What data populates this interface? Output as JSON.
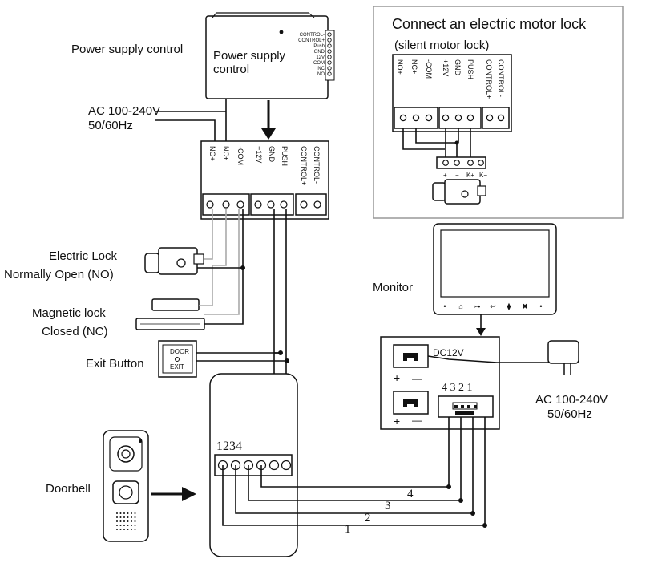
{
  "labels": {
    "power_supply_control_outer": "Power supply control",
    "power_supply_control_inner_1": "Power supply",
    "power_supply_control_inner_2": "control",
    "ac_top_1": "AC 100-240V",
    "ac_top_2": "50/60Hz",
    "electric_lock_1": "Electric Lock",
    "electric_lock_2": "Normally Open (NO)",
    "magnetic_lock_1": "Magnetic lock",
    "magnetic_lock_2": "Closed (NC)",
    "exit_button": "Exit Button",
    "exit_button_face_1": "DOOR",
    "exit_button_face_2": "EXIT",
    "doorbell": "Doorbell",
    "monitor": "Monitor",
    "dc12v": "DC12V",
    "ac_right_1": "AC 100-240V",
    "ac_right_2": "50/60Hz",
    "inset_title_1": "Connect an electric motor lock",
    "inset_title_2": "(silent motor lock)",
    "doorbell_terminal_numbers": "1234",
    "monitor_terminal_numbers": "4 3 2 1",
    "wire_4": "4",
    "wire_3": "3",
    "wire_2": "2",
    "wire_1": "1",
    "plus": "+",
    "minus": "—"
  },
  "psu_small_pins": [
    "CONTROL-",
    "CONTROL+",
    "Push",
    "GND",
    "12V",
    "COM",
    "NC",
    "NO"
  ],
  "terminal_labels": [
    "NO+",
    "NC+",
    "-COM",
    "+12V",
    "GND",
    "PUSH",
    "CONTROL+",
    "CONTROL-"
  ],
  "motor_lock_pins": [
    "+",
    "−",
    "K+",
    "K−"
  ],
  "monitor_buttons": [
    "•",
    "⌂",
    "⊶",
    "↩",
    "⧫",
    "✖",
    "•"
  ]
}
